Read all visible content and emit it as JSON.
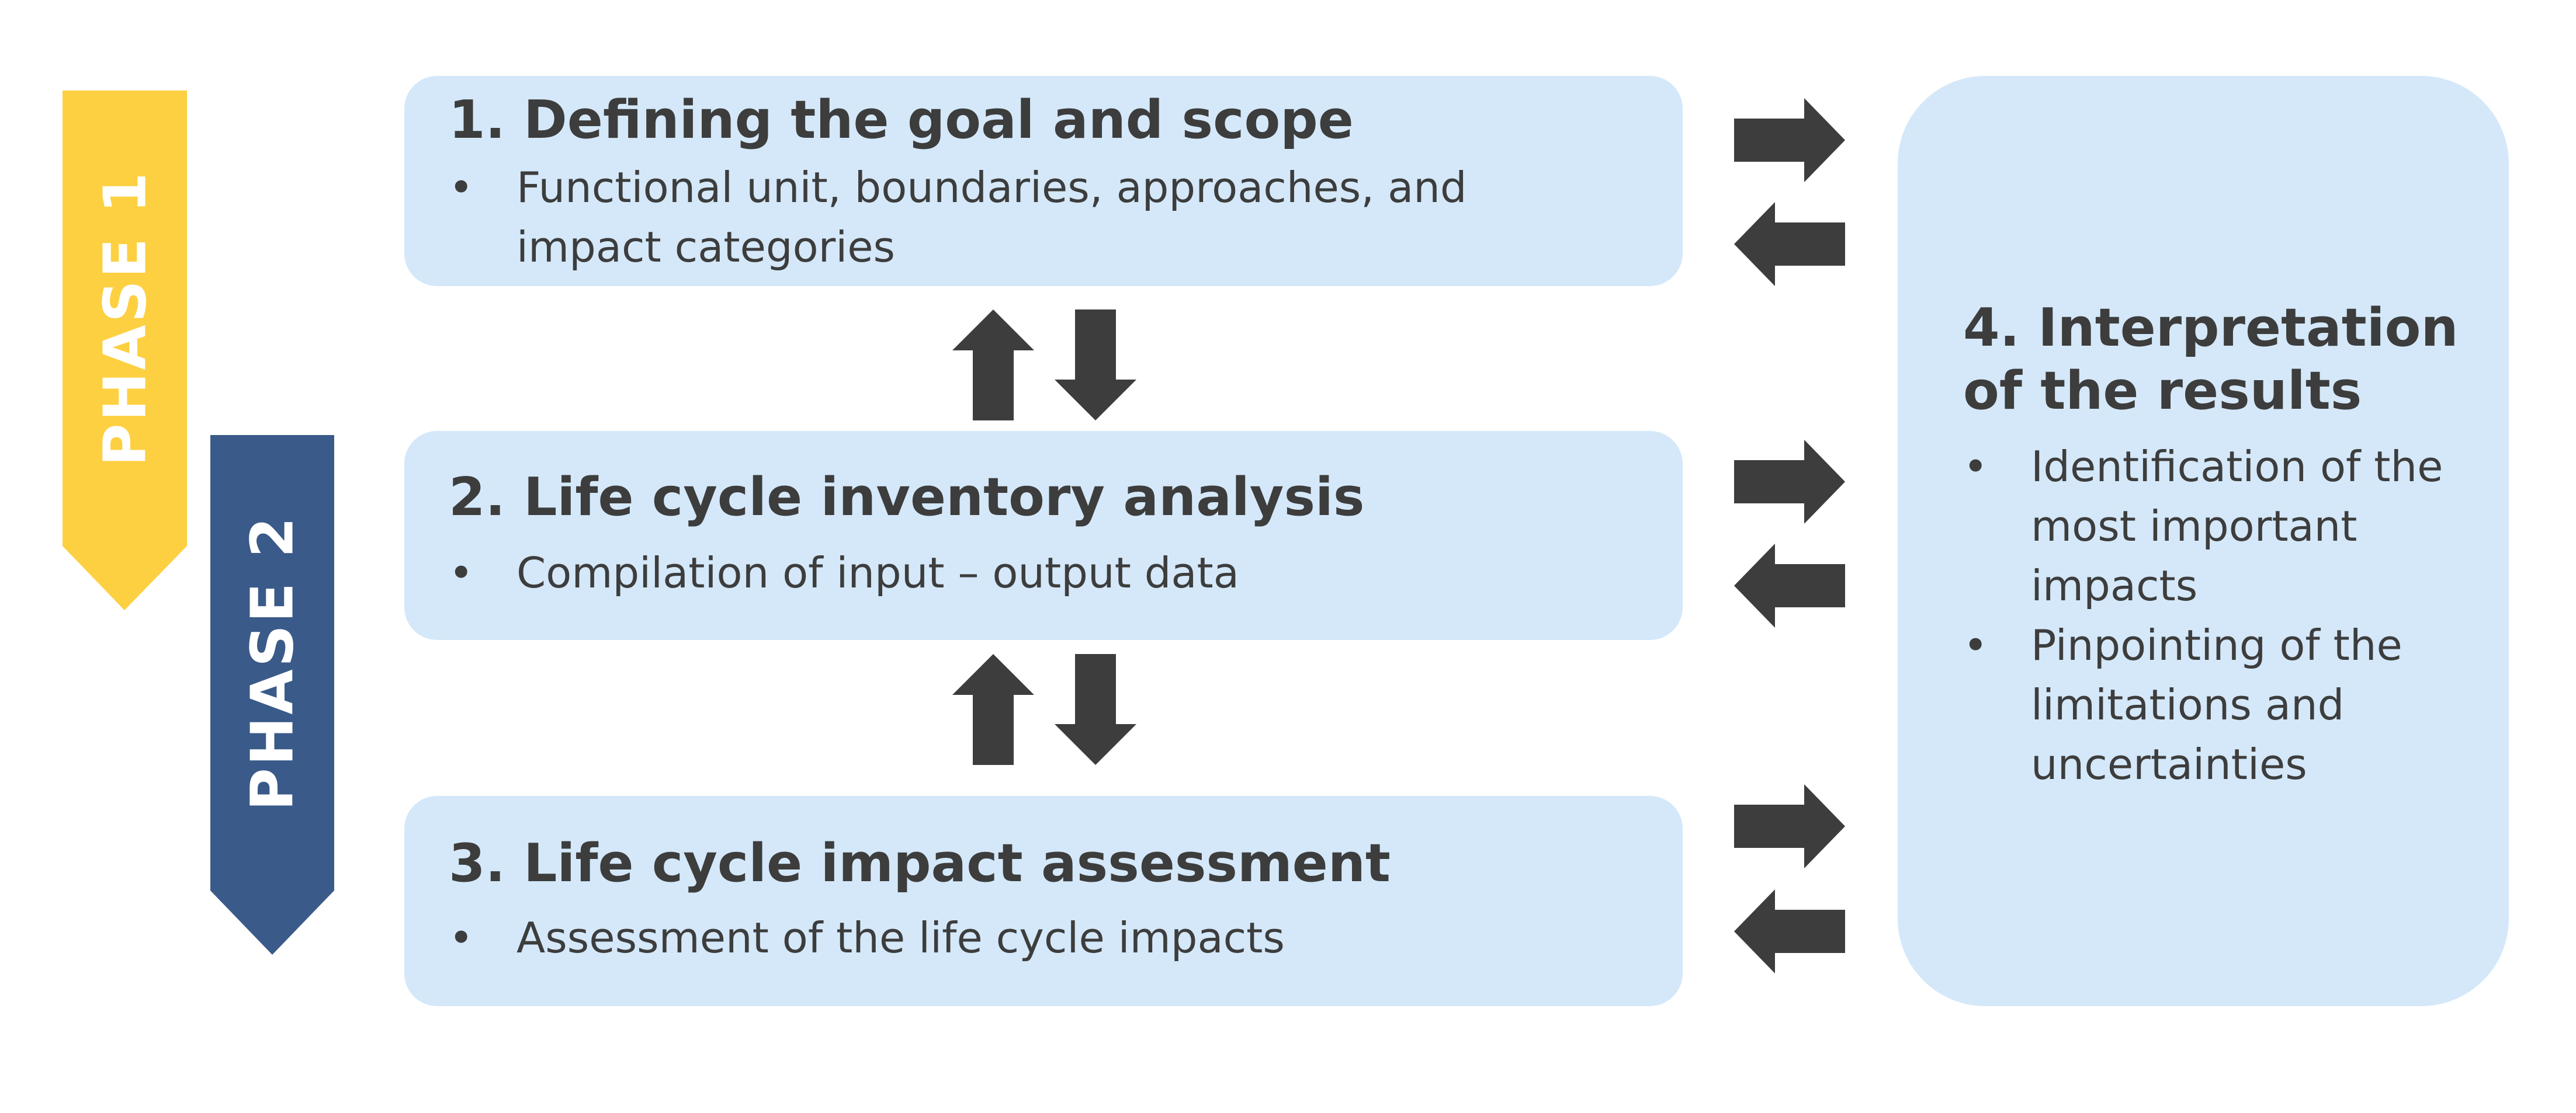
{
  "phases": [
    {
      "label": "PHASE 1",
      "color": "#fdd042"
    },
    {
      "label": "PHASE 2",
      "color": "#3a5a89"
    }
  ],
  "boxes": [
    {
      "title": "1. Defining the goal and scope",
      "bullets": [
        "Functional unit, boundaries, approaches, and impact categories"
      ]
    },
    {
      "title": "2. Life cycle inventory analysis",
      "bullets": [
        "Compilation of input – output data"
      ]
    },
    {
      "title": "3. Life cycle impact assessment",
      "bullets": [
        "Assessment of the life cycle impacts"
      ]
    },
    {
      "title": "4. Interpretation of the results",
      "bullets": [
        "Identification of the most important impacts",
        "Pinpointing of the limitations and uncertainties"
      ]
    }
  ],
  "colors": {
    "box_fill": "#d4e8f9",
    "arrow": "#3d3d3d",
    "text": "#3d3d3d"
  }
}
